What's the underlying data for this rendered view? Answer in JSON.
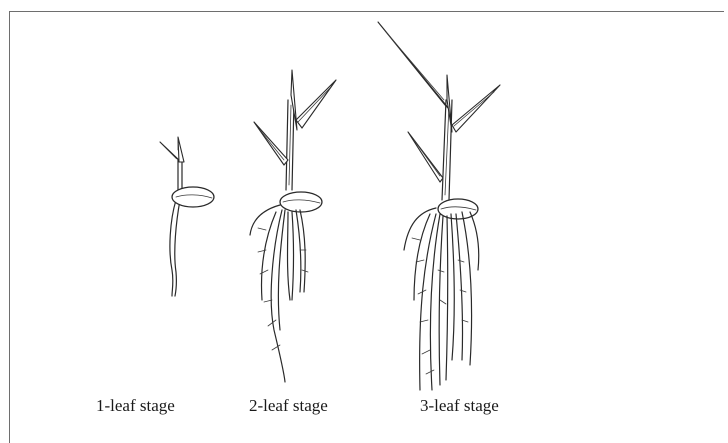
{
  "figure": {
    "stages": [
      {
        "label": "1-leaf stage"
      },
      {
        "label": "2-leaf stage"
      },
      {
        "label": "3-leaf stage"
      }
    ]
  },
  "colors": {
    "line": "#2a2a2a",
    "frame": "#6e6e6e",
    "background": "#ffffff"
  }
}
